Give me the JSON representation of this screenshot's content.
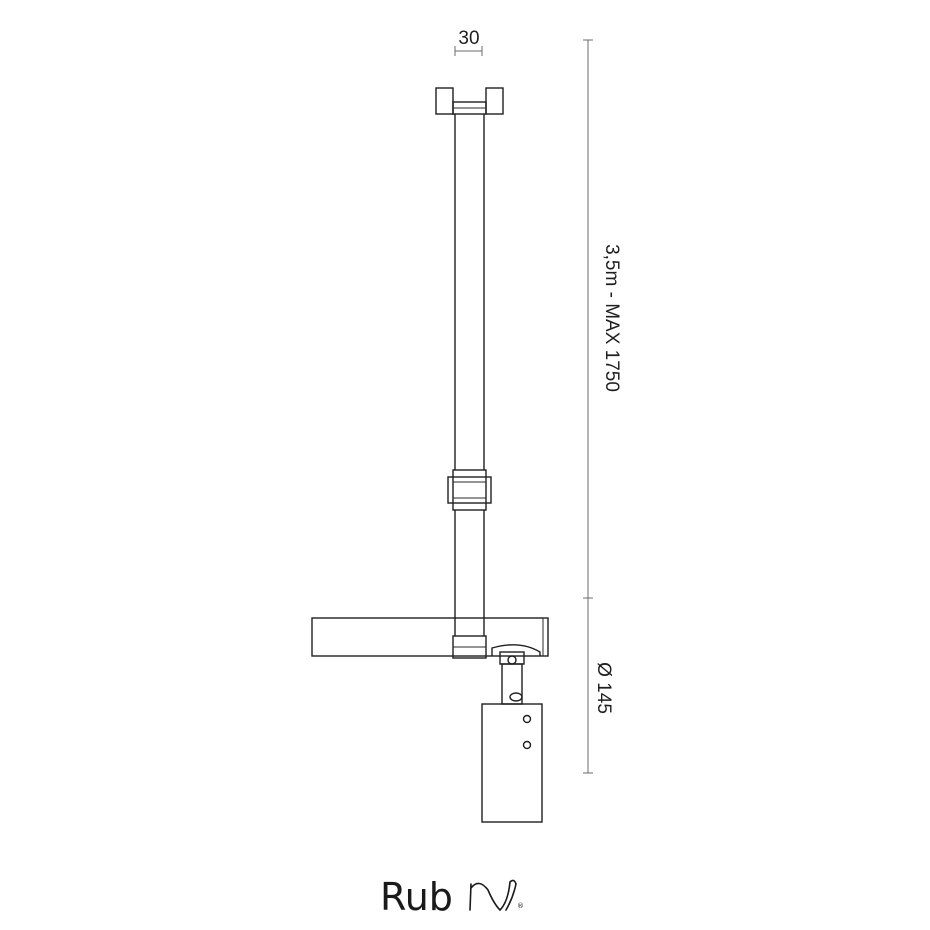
{
  "dimensions": {
    "width_label": "30",
    "length_label": "3,5m - MAX 1750",
    "diameter_label": "Ø 145"
  },
  "brand": {
    "logo_text": "Rub",
    "logo_mark": "ruby-script-n-icon",
    "registered": "®"
  },
  "colors": {
    "line": "#1f1f1f",
    "dimension": "#6b6b6b",
    "background": "#ffffff"
  }
}
